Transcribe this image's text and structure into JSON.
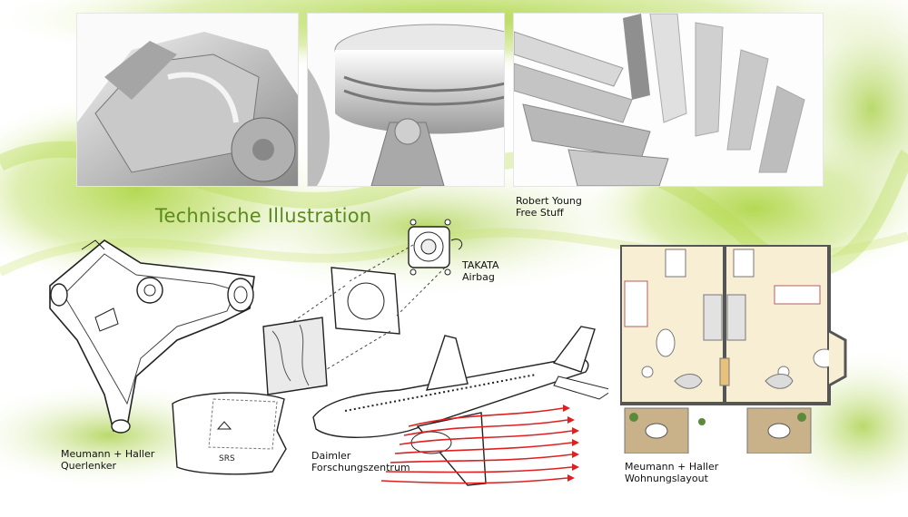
{
  "heading": "Technische Illustration",
  "captions": {
    "robert_young": {
      "line1": "Robert Young",
      "line2": "Free Stuff"
    },
    "takata": {
      "line1": "TAKATA",
      "line2": "Airbag"
    },
    "querlenker": {
      "line1": "Meumann + Haller",
      "line2": "Querlenker"
    },
    "daimler": {
      "line1": "Daimler",
      "line2": "Forschungszentrum"
    },
    "wohnungslayout": {
      "line1": "Meumann + Haller",
      "line2": "Wohnungslayout"
    }
  },
  "airbag_label": "SRS",
  "colors": {
    "accent_green": "#8fbf2a",
    "heading_green": "#5b8a1e",
    "airflow_red": "#e02020"
  }
}
